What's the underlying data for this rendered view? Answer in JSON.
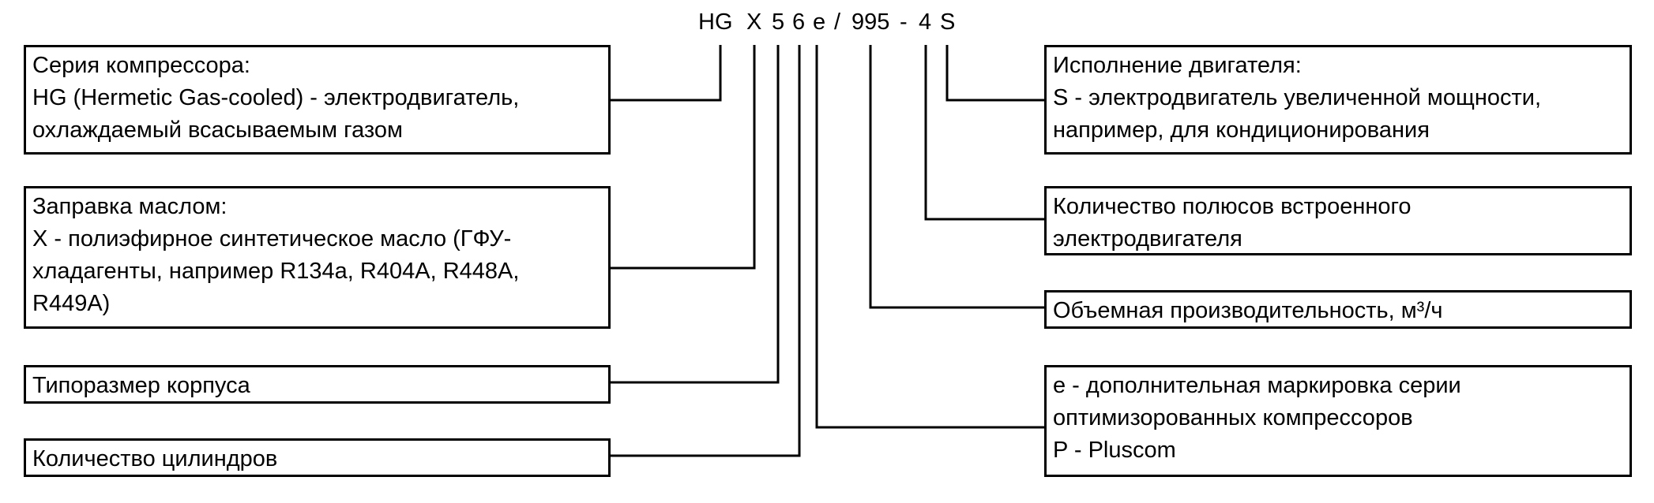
{
  "code": {
    "series": "HG",
    "oil": "X",
    "body_size": "5",
    "cylinders": "6",
    "e_mark": "e",
    "slash": "/",
    "displacement": "995",
    "dash": "-",
    "poles": "4",
    "motor": "S"
  },
  "boxes": {
    "series": [
      "Серия компрессора:",
      "HG (Hermetic Gas-cooled) - электродвигатель,",
      "охлаждаемый всасываемым газом"
    ],
    "oil": [
      "Заправка маслом:",
      "X - полиэфирное синтетическое масло (ГФУ-",
      "хладагенты, например R134a, R404A, R448A,",
      "R449A)"
    ],
    "body_size": [
      "Типоразмер корпуса"
    ],
    "cylinders": [
      "Количество цилиндров"
    ],
    "motor": [
      "Исполнение двигателя:",
      "S - электродвигатель увеличенной мощности,",
      "например, для кондиционирования"
    ],
    "poles": [
      "Количество полюсов встроенного",
      "электродвигателя"
    ],
    "displacement": [
      "Объемная производительность, м³/ч"
    ],
    "e_mark": [
      "e - дополнительная маркировка серии",
      "оптимизорованных компрессоров",
      "P - Pluscom"
    ]
  }
}
